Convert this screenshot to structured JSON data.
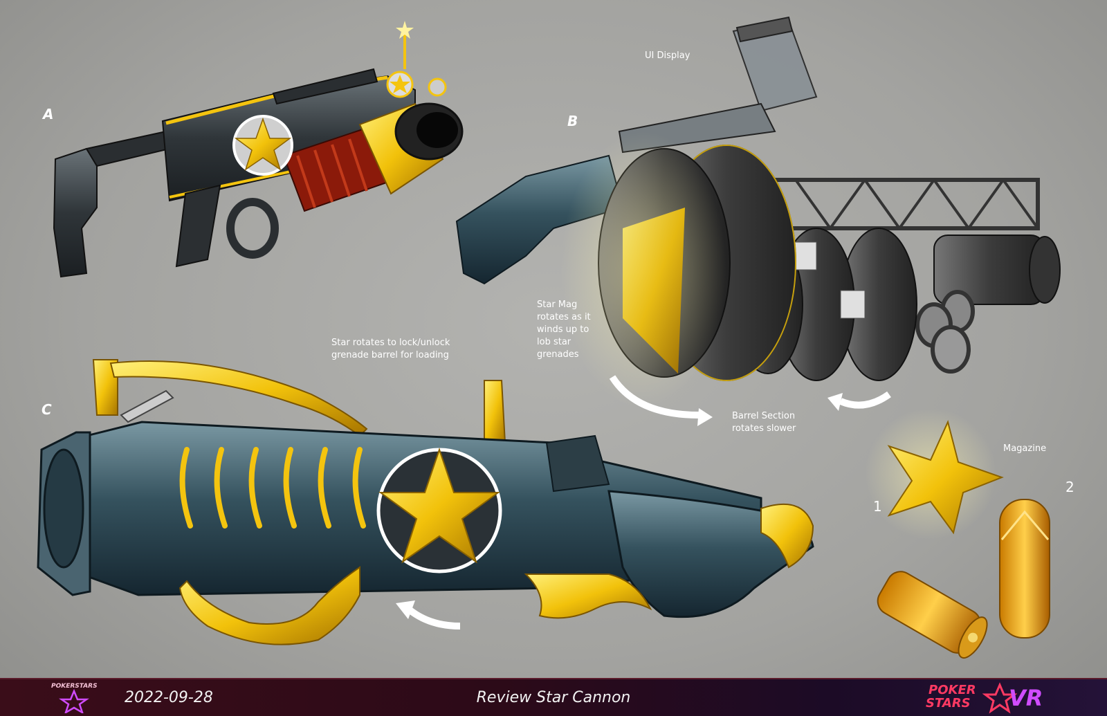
{
  "labels": {
    "a": "A",
    "b": "B",
    "c": "C",
    "ui_display": "UI Display",
    "star_rotates_1": "Star rotates to lock/unlock",
    "star_rotates_2": "grenade barrel for loading",
    "star_mag_1": "Star Mag",
    "star_mag_2": "rotates as it",
    "star_mag_3": "winds up to",
    "star_mag_4": "lob star",
    "star_mag_5": "grenades",
    "barrel_1": "Barrel Section",
    "barrel_2": "rotates slower",
    "magazine": "Magazine",
    "one": "1",
    "two": "2"
  },
  "footer": {
    "date": "2022-09-28",
    "title": "Review Star Cannon",
    "logo_small": "POKERSTARS",
    "logo_line1": "POKER",
    "logo_line2": "STARS",
    "logo_vr": "VR"
  },
  "colors": {
    "gold": "#f4c40f",
    "gunmetal": "#3c4348",
    "teal_metal": "#33505c",
    "footer_left": "#3a0d19",
    "footer_right": "#241238",
    "brand_red": "#ff3a63",
    "brand_purple": "#d04cff"
  }
}
